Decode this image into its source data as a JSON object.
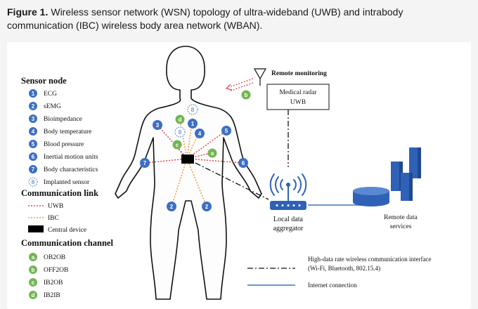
{
  "caption": {
    "label": "Figure 1.",
    "text": "Wireless sensor network (WSN) topology of ultra-wideband (UWB) and intrabody communication (IBC) wireless body area network (WBAN)."
  },
  "legend": {
    "sensor_title": "Sensor node",
    "sensors": [
      {
        "num": "1",
        "label": "ECG"
      },
      {
        "num": "2",
        "label": "sEMG"
      },
      {
        "num": "3",
        "label": "Bioimpedance"
      },
      {
        "num": "4",
        "label": "Body temperature"
      },
      {
        "num": "5",
        "label": "Blood pressure"
      },
      {
        "num": "6",
        "label": "Inertial motion units"
      },
      {
        "num": "7",
        "label": "Body characteristics"
      },
      {
        "num": "8",
        "label": "Implanted sensor"
      }
    ],
    "link_title": "Communication link",
    "links": {
      "uwb": "UWB",
      "ibc": "IBC",
      "central": "Central device"
    },
    "channel_title": "Communication channel",
    "channels": [
      {
        "letter": "a",
        "label": "OB2OB"
      },
      {
        "letter": "b",
        "label": "OFF2OB"
      },
      {
        "letter": "c",
        "label": "IB2OB"
      },
      {
        "letter": "d",
        "label": "IB2IB"
      }
    ]
  },
  "diagram": {
    "remote_monitoring": "Remote monitoring",
    "radar_line1": "Medical radar",
    "radar_line2": "UWB",
    "aggregator_line1": "Local data",
    "aggregator_line2": "aggregator",
    "services_line1": "Remote data",
    "services_line2": "services",
    "hd_line1": "High-data rate wireless communication interface",
    "hd_line2": "(Wi-Fi, Bluetooth, 802.15.4)",
    "internet": "Internet connection"
  },
  "colors": {
    "node_blue": "#3d6fc3",
    "channel_green": "#72b653",
    "uwb_red": "#e24a4a",
    "ibc_orange": "#ee9a42",
    "internet_blue": "#6a97cc",
    "aggregator_blue": "#2f62b6"
  }
}
